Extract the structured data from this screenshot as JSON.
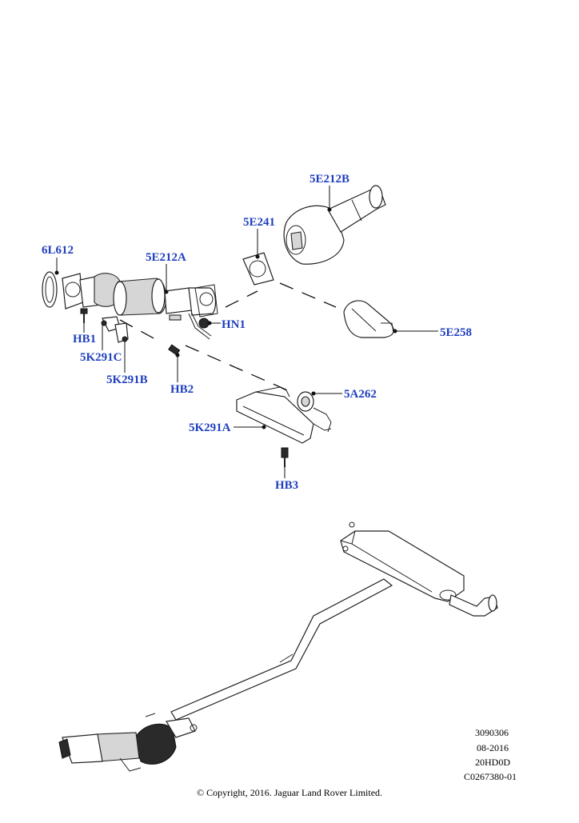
{
  "callouts": {
    "c_6L612": "6L612",
    "c_5E212A": "5E212A",
    "c_5E241": "5E241",
    "c_5E212B": "5E212B",
    "c_HN1": "HN1",
    "c_5E258": "5E258",
    "c_HB1": "HB1",
    "c_5K291C": "5K291C",
    "c_5K291B": "5K291B",
    "c_HB2": "HB2",
    "c_5A262": "5A262",
    "c_5K291A": "5K291A",
    "c_HB3": "HB3"
  },
  "meta": {
    "code1": "3090306",
    "date": "08-2016",
    "code2": "20HD0D",
    "ref": "C0267380-01"
  },
  "copyright": "© Copyright, 2016. Jaguar Land Rover Limited.",
  "colors": {
    "callout": "#1f3fbf",
    "line": "#222222"
  }
}
